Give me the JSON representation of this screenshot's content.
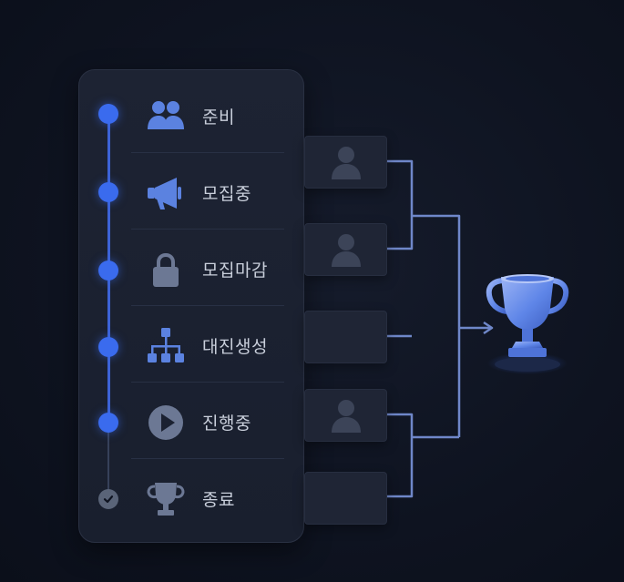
{
  "stages": [
    {
      "label": "준비",
      "icon": "users-icon",
      "status": "active"
    },
    {
      "label": "모집중",
      "icon": "megaphone-icon",
      "status": "active"
    },
    {
      "label": "모집마감",
      "icon": "lock-icon",
      "status": "active"
    },
    {
      "label": "대진생성",
      "icon": "bracket-tree-icon",
      "status": "active"
    },
    {
      "label": "진행중",
      "icon": "play-icon",
      "status": "active"
    },
    {
      "label": "종료",
      "icon": "trophy-icon",
      "status": "done"
    }
  ],
  "bracket": {
    "slots": [
      {
        "filled": true,
        "icon": "person-icon"
      },
      {
        "filled": true,
        "icon": "person-icon"
      },
      {
        "filled": false
      },
      {
        "filled": true,
        "icon": "person-icon"
      },
      {
        "filled": false
      }
    ],
    "winner_icon": "trophy-icon"
  },
  "colors": {
    "accent": "#3a6bee",
    "line": "#6f87c9",
    "panel": "#1d2333",
    "text": "#c9cfdb",
    "muted": "#5a6478"
  }
}
